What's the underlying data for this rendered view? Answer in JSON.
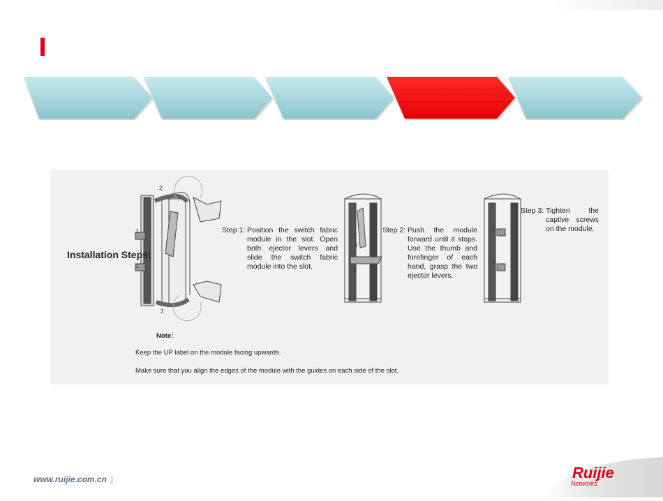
{
  "slide": {
    "title": ""
  },
  "process_steps": [
    {
      "label": "",
      "active": false
    },
    {
      "label": "",
      "active": false
    },
    {
      "label": "",
      "active": false
    },
    {
      "label": "",
      "active": true
    },
    {
      "label": "",
      "active": false
    }
  ],
  "colors": {
    "chevron_inactive": "#a9d7de",
    "chevron_active": "#ff0000",
    "title_bar": "#e10014",
    "footer_text": "#5a6e8a",
    "logo": "#e10014"
  },
  "figure": {
    "heading": "Installation Steps:",
    "step1_label": "Step 1:",
    "step1_text": "Position the switch fabric module in the slot. Open both ejector levers and slide the switch fabric module into the slot.",
    "step2_label": "Step 2:",
    "step2_text": "Push the module forward until it stops. Use the thumb and forefinger of each hand, grasp the two ejector levers.",
    "step3_label": "Step 3:",
    "step3_text": "Tighten the captive screws on the module.",
    "note_label": "Note:",
    "note_line1": "Keep the UP label on the module facing upwards.",
    "note_line2": "Make sure that you align the edges of the module with the guides on each side of the slot.",
    "callouts": [
      "1",
      "1",
      "2",
      "2",
      "3",
      "4",
      "3",
      "5",
      "5"
    ]
  },
  "footer": {
    "url": "www.ruijie.com.cn",
    "separator": "|",
    "logo_text": "Ruijie",
    "logo_subtext": "Networks"
  }
}
